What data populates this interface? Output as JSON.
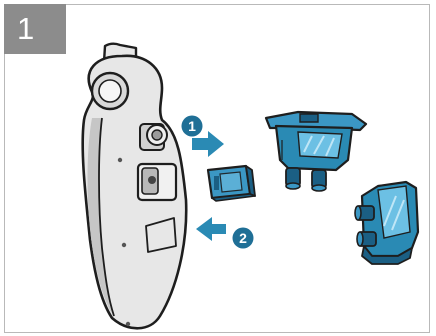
{
  "step": {
    "number": "1"
  },
  "markers": {
    "insert": "1",
    "remove": "2"
  },
  "colors": {
    "accent_blue": "#2a8ab4",
    "part_blue": "#3b97c4",
    "part_dark": "#1b5f84",
    "device_body": "#e7e7e7",
    "device_shade": "#c6c6c6",
    "outline": "#1e1e1e",
    "badge_gray": "#8c8c8c",
    "frame_border": "#b9b9b9"
  },
  "icons": {
    "step_badge": "square-number-badge",
    "arrow_in": "arrow-right-icon",
    "arrow_out": "arrow-left-icon",
    "marker_in": "numbered-circle-icon",
    "marker_out": "numbered-circle-icon"
  }
}
